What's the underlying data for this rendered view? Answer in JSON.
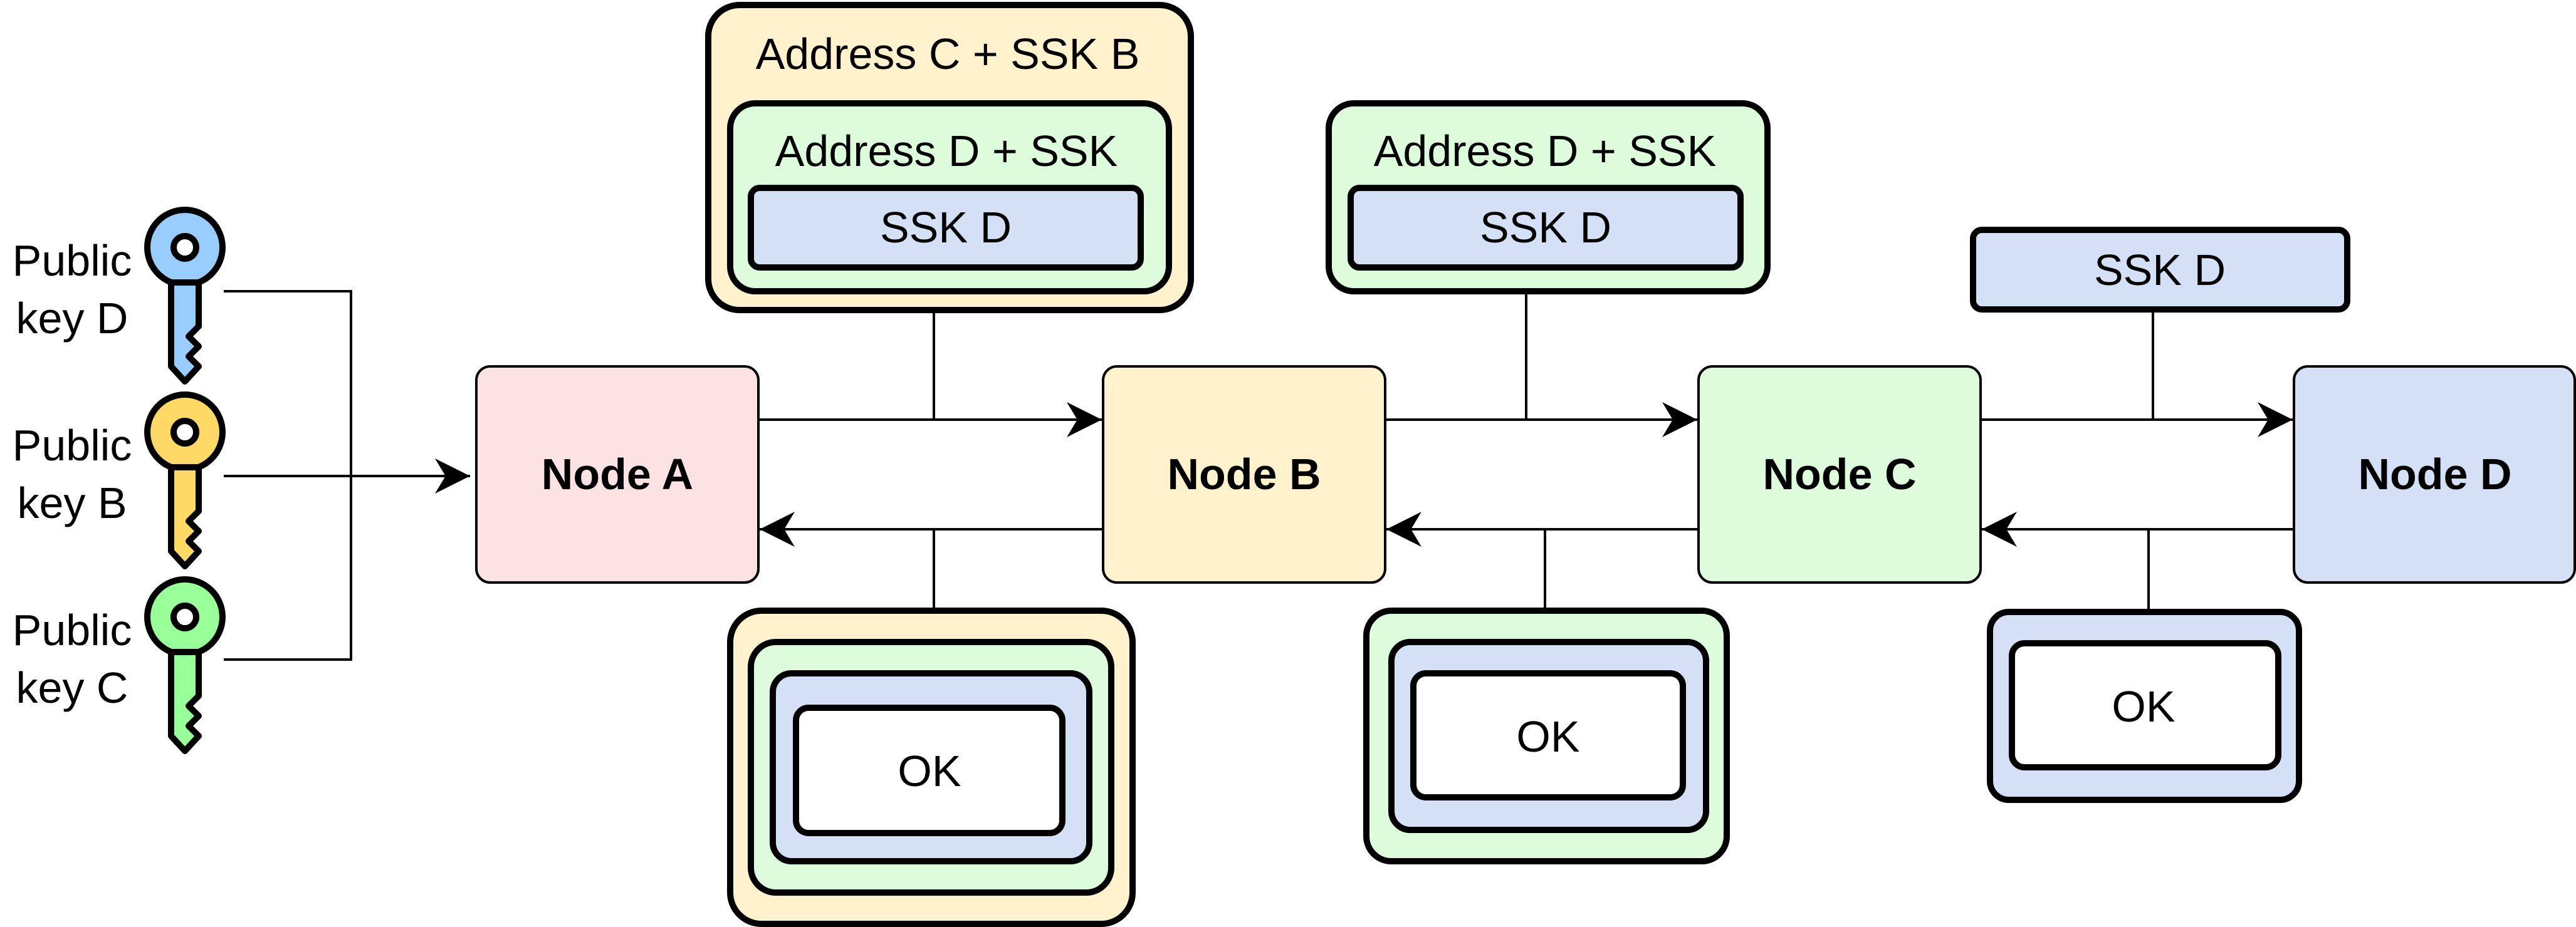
{
  "colors": {
    "stroke": "#000000",
    "node_a": "#fde2e4",
    "yellow": "#fff2cc",
    "green": "#dcfcdc",
    "blue": "#d4e0f5",
    "white": "#ffffff",
    "key_blue": "#99ccff",
    "key_yellow": "#ffd966",
    "key_green": "#99ff99"
  },
  "keys": [
    {
      "line1": "Public",
      "line2": "key D",
      "icon": "key-icon",
      "color": "#99ccff"
    },
    {
      "line1": "Public",
      "line2": "key B",
      "icon": "key-icon",
      "color": "#ffd966"
    },
    {
      "line1": "Public",
      "line2": "key C",
      "icon": "key-icon",
      "color": "#99ff99"
    }
  ],
  "nodes": {
    "a": "Node A",
    "b": "Node B",
    "c": "Node C",
    "d": "Node D"
  },
  "forward": {
    "ab_outer": "Address C + SSK B",
    "ab_middle": "Address D + SSK",
    "ab_inner": "SSK D",
    "bc_outer": "Address D + SSK",
    "bc_inner": "SSK D",
    "cd": "SSK D"
  },
  "reply": {
    "ba": "OK",
    "cb": "OK",
    "dc": "OK"
  }
}
